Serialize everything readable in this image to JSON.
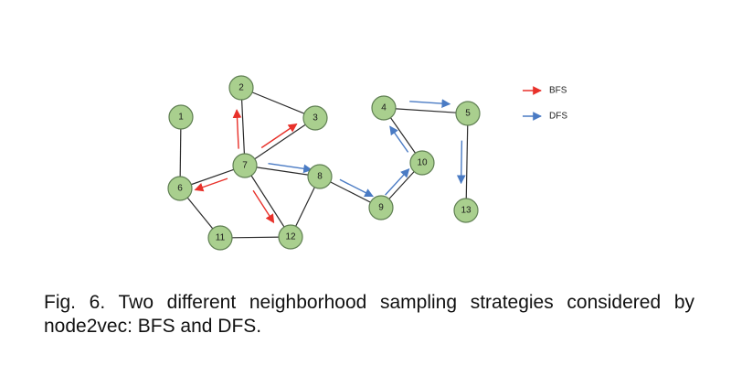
{
  "colors": {
    "node_fill": "#a9cf8e",
    "node_stroke": "#5f7f52",
    "edge": "#2a2a2a",
    "bfs": "#e8312a",
    "dfs": "#4a7bc4"
  },
  "diagram": {
    "nodes": [
      {
        "id": "1",
        "label": "1"
      },
      {
        "id": "2",
        "label": "2"
      },
      {
        "id": "3",
        "label": "3"
      },
      {
        "id": "4",
        "label": "4"
      },
      {
        "id": "5",
        "label": "5"
      },
      {
        "id": "6",
        "label": "6"
      },
      {
        "id": "7",
        "label": "7"
      },
      {
        "id": "8",
        "label": "8"
      },
      {
        "id": "9",
        "label": "9"
      },
      {
        "id": "10",
        "label": "10"
      },
      {
        "id": "11",
        "label": "11"
      },
      {
        "id": "12",
        "label": "12"
      },
      {
        "id": "13",
        "label": "13"
      }
    ],
    "edges": [
      [
        "1",
        "6"
      ],
      [
        "2",
        "3"
      ],
      [
        "2",
        "7"
      ],
      [
        "3",
        "7"
      ],
      [
        "6",
        "7"
      ],
      [
        "6",
        "11"
      ],
      [
        "11",
        "12"
      ],
      [
        "7",
        "12"
      ],
      [
        "7",
        "8"
      ],
      [
        "8",
        "12"
      ],
      [
        "8",
        "9"
      ],
      [
        "9",
        "10"
      ],
      [
        "10",
        "4"
      ],
      [
        "4",
        "5"
      ],
      [
        "5",
        "13"
      ]
    ],
    "bfs_arrows": [
      [
        "7",
        "2"
      ],
      [
        "7",
        "3"
      ],
      [
        "7",
        "6"
      ],
      [
        "7",
        "12"
      ]
    ],
    "dfs_arrows": [
      [
        "7",
        "8"
      ],
      [
        "8",
        "9"
      ],
      [
        "9",
        "10"
      ],
      [
        "10",
        "4"
      ],
      [
        "4",
        "5"
      ],
      [
        "5",
        "13"
      ]
    ],
    "legend": [
      {
        "key": "bfs",
        "label": "BFS"
      },
      {
        "key": "dfs",
        "label": "DFS"
      }
    ]
  },
  "caption": "Fig. 6. Two different neighborhood sampling strategies considered by node2vec: BFS and DFS."
}
